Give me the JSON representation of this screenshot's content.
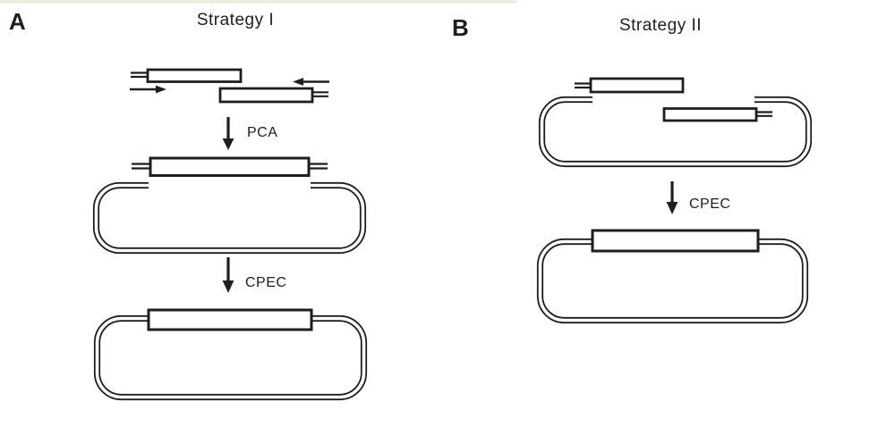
{
  "figure": {
    "colors": {
      "line": "#1e1e1c",
      "background": "#ffffff",
      "top_strip": "#f1eedf",
      "top_strip_edge": "#e5e2cc"
    },
    "panels": {
      "a": {
        "label": "A",
        "title": "Strategy I",
        "steps": {
          "pca": "PCA",
          "cpec": "CPEC"
        }
      },
      "b": {
        "label": "B",
        "title": "Strategy II",
        "steps": {
          "cpec": "CPEC"
        }
      }
    }
  }
}
